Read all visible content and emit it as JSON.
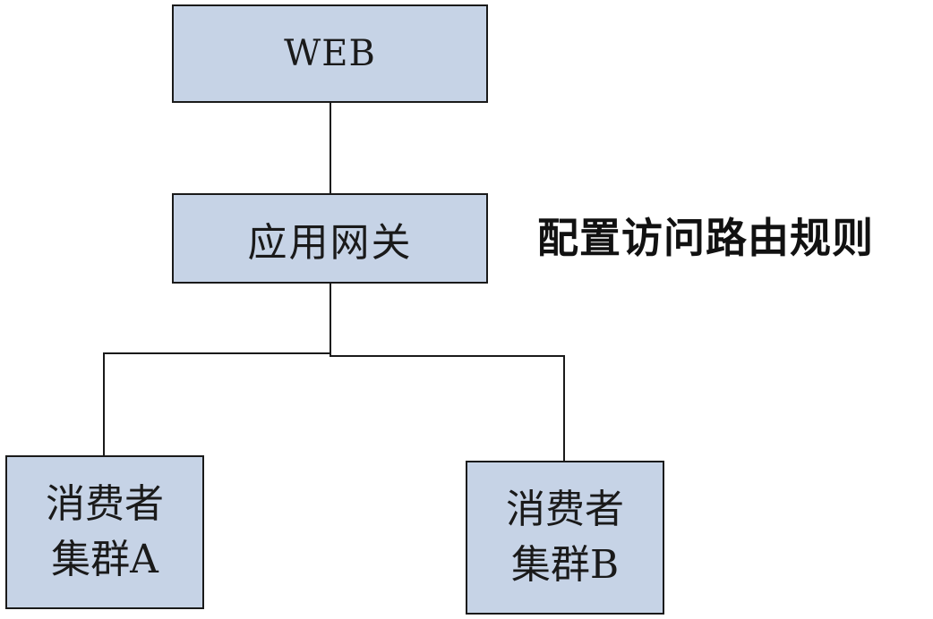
{
  "nodes": {
    "web": "WEB",
    "gateway": "应用网关",
    "cluster_a": {
      "line1": "消费者",
      "line2": "集群A"
    },
    "cluster_b": {
      "line1": "消费者",
      "line2": "集群B"
    }
  },
  "annotation": "配置访问路由规则",
  "colors": {
    "box_fill": "#c6d3e6",
    "stroke": "#1a1a1a"
  }
}
